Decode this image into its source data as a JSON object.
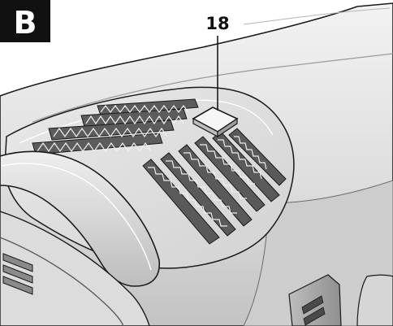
{
  "figure": {
    "panel_letter": "B",
    "callout_number": "18"
  },
  "colors": {
    "panel_badge_fill": "#111111",
    "panel_badge_text": "#ffffff",
    "line": "#1a1a1a",
    "body_light": "#e6e6e6",
    "body_mid": "#cfcfcf",
    "body_dark": "#a9a9a9",
    "vent_shadow": "#5a5a5a",
    "button_fill": "#f4f4f4"
  },
  "icons": {
    "panel_badge": "panel-label-badge",
    "leader_line": "callout-leader-line",
    "target_button": "rectangular-push-button"
  }
}
